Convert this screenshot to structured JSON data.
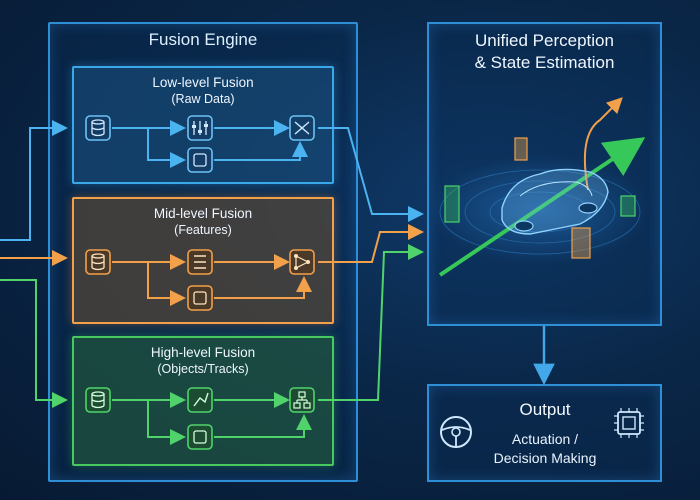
{
  "engine": {
    "title": "Fusion Engine"
  },
  "panels": [
    {
      "title": "Low-level Fusion",
      "subtitle": "(Raw Data)",
      "color": "#3aa7e8"
    },
    {
      "title": "Mid-level Fusion",
      "subtitle": "(Features)",
      "color": "#f2a04a"
    },
    {
      "title": "High-level Fusion",
      "subtitle": "(Objects/Tracks)",
      "color": "#48c95f"
    }
  ],
  "perception": {
    "line1": "Unified Perception",
    "line2": "& State Estimation"
  },
  "output": {
    "title": "Output",
    "line1": "Actuation /",
    "line2": "Decision Making"
  },
  "icons": {
    "low": [
      "database-icon",
      "sliders-icon",
      "chip-icon",
      "shuffle-icon"
    ],
    "mid": [
      "database-icon",
      "feature-list-icon",
      "chip-icon",
      "graph-node-icon"
    ],
    "high": [
      "database-icon",
      "tracking-icon",
      "chip-icon",
      "hierarchy-icon"
    ],
    "output": [
      "steering-wheel-icon",
      "processor-icon"
    ]
  }
}
